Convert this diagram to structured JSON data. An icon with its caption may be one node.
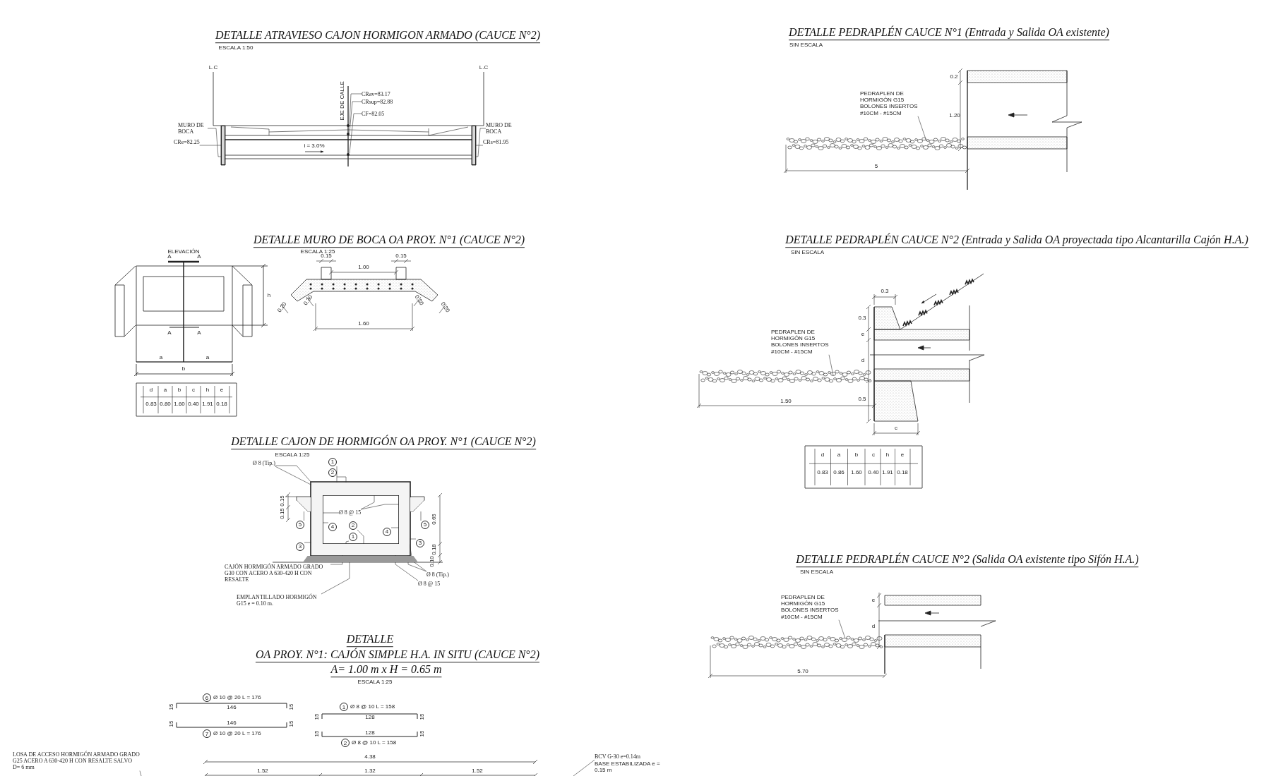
{
  "diagram": {
    "nodes": [
      {
        "text": [
          "CRav=83.17"
        ]
      },
      {
        "text": [
          "CRsup=82.88"
        ]
      },
      {
        "text": [
          "CF=82.05"
        ]
      },
      {
        "text": [
          "MURO DE BOCA"
        ]
      },
      {
        "text": [
          "CRe=82.25"
        ]
      },
      {
        "text": [
          "MURO DE BOCA"
        ]
      },
      {
        "text": [
          "CRs=81.95"
        ]
      },
      {
        "text": [
          "Ø 8 (Tip.)"
        ]
      },
      {
        "text": [
          "1"
        ]
      },
      {
        "text": [
          "2"
        ]
      },
      {
        "text": [
          "Ø 8 @ 15"
        ]
      },
      {
        "text": [
          "5"
        ]
      },
      {
        "text": [
          "4"
        ]
      },
      {
        "text": [
          "2"
        ]
      },
      {
        "text": [
          "1"
        ]
      },
      {
        "text": [
          "4"
        ]
      },
      {
        "text": [
          "5"
        ]
      },
      {
        "text": [
          "3"
        ]
      },
      {
        "text": [
          "3"
        ]
      },
      {
        "text": [
          "Ø 8 (Tip.)"
        ]
      },
      {
        "text": [
          "Ø 8 @ 15"
        ]
      },
      {
        "text": [
          "CAJÓN HORMIGÓN ARMADO GRADO G30 CON ACERO A 630-420 H CON RESALTE"
        ]
      },
      {
        "text": [
          "EMPLANTILLADO HORMIGÓN G15 e = 0.10 m."
        ]
      },
      {
        "text": [
          "LOSA DE ACCESO HORMIGÓN ARMADO GRADO G25 ACERO A 630-420 H CON RESALTE SALVO D= 6 mm"
        ]
      },
      {
        "text": [
          "BCV G-30 e=0.14m"
        ]
      },
      {
        "text": [
          "PEDRAPLEN DE HORMIGÓN G15 BOLONES INSERTOS #10CM - #15CM"
        ]
      },
      {
        "text": [
          "PEDRAPLEN DE HORMIGÓN G15 BOLONES INSERTOS #10CM - #15CM"
        ]
      },
      {
        "text": [
          "PEDRAPLEN DE HORMIGÓN G15 BOLONES INSERTOS #10CM - #15CM"
        ]
      },
      {
        "text": [],
        "shape": "circle"
      },
      {
        "text": [],
        "shape": "circle"
      },
      {
        "text": [],
        "shape": "circle"
      },
      {
        "text": [],
        "shape": "bar"
      },
      {
        "text": [],
        "shape": "bar"
      },
      {
        "text": [],
        "shape": "bar"
      },
      {
        "text": [],
        "shape": "bar"
      },
      {
        "text": [],
        "shape": "bar"
      },
      {
        "text": [],
        "shape": "bar"
      },
      {
        "text": [],
        "shape": "box"
      },
      {
        "text": [],
        "shape": "box"
      },
      {
        "text": [],
        "shape": "bar"
      }
    ],
    "edges": [
      {
        "from": 0,
        "to": 28,
        "arrow": "none"
      },
      {
        "from": 1,
        "to": 29,
        "arrow": "none"
      },
      {
        "from": 2,
        "to": 30,
        "arrow": "none"
      },
      {
        "from": 3,
        "to": 31,
        "arrow": "none"
      },
      {
        "from": 4,
        "to": 31,
        "arrow": "none"
      },
      {
        "from": 5,
        "to": 32,
        "arrow": "none"
      },
      {
        "from": 6,
        "to": 32,
        "arrow": "none"
      },
      {
        "from": 7,
        "to": 33,
        "arrow": "none"
      },
      {
        "from": 7,
        "to": 34,
        "arrow": "none"
      },
      {
        "from": 8,
        "to": 33,
        "arrow": "none"
      },
      {
        "from": 9,
        "to": 33,
        "arrow": "none"
      },
      {
        "from": 10,
        "to": 34,
        "arrow": "none"
      },
      {
        "from": 10,
        "to": 33,
        "arrow": "none"
      },
      {
        "from": 10,
        "to": 35,
        "arrow": "none"
      },
      {
        "from": 11,
        "to": 37,
        "arrow": "none"
      },
      {
        "from": 12,
        "to": 34,
        "arrow": "none"
      },
      {
        "from": 13,
        "to": 36,
        "arrow": "none"
      },
      {
        "from": 14,
        "to": 36,
        "arrow": "none"
      },
      {
        "from": 15,
        "to": 35,
        "arrow": "none"
      },
      {
        "from": 16,
        "to": 38,
        "arrow": "none"
      },
      {
        "from": 17,
        "to": 34,
        "arrow": "none"
      },
      {
        "from": 18,
        "to": 35,
        "arrow": "none"
      },
      {
        "from": 19,
        "to": 36,
        "arrow": "none"
      },
      {
        "from": 19,
        "to": 35,
        "arrow": "none"
      },
      {
        "from": 20,
        "to": 36,
        "arrow": "none"
      },
      {
        "from": 21,
        "to": 36,
        "arrow": "none"
      },
      {
        "from": 22,
        "to": 39,
        "arrow": "none"
      },
      {
        "from": 23,
        "to": null,
        "arrow": "none"
      },
      {
        "from": 24,
        "to": null,
        "arrow": "none"
      },
      {
        "from": 25,
        "to": null,
        "arrow": "none"
      },
      {
        "from": 26,
        "to": null,
        "arrow": "none"
      },
      {
        "from": 27,
        "to": null,
        "arrow": "none"
      }
    ],
    "labels": [
      "DETALLE ATRAVIESO CAJON HORMIGON ARMADO (CAUCE N°2)",
      "ESCALA 1:50",
      "L.C",
      "L.C",
      "EJE DE CALLE",
      "i = 3.0%",
      "DETALLE MURO DE BOCA OA PROY. N°1 (CAUCE N°2)",
      "ELEVACIÓN",
      "ESCALA 1:25",
      "0.15",
      "0.15",
      "1.00",
      "0.20",
      "0.30",
      "0.30",
      "0.20",
      "1.60",
      "A",
      "A",
      "A",
      "A",
      "h",
      "a",
      "a",
      "b",
      "d",
      "a",
      "b",
      "c",
      "h",
      "e",
      "0.83",
      "0.80",
      "1.60",
      "0.40",
      "1.91",
      "0.18",
      "DETALLE CAJON DE HORMIGÓN OA PROY. N°1 (CAUCE N°2)",
      "ESCALA 1:25",
      "0.15",
      "0.15",
      "0.65",
      "0.18",
      "0.10",
      "DETALLE",
      "OA PROY. N°1: CAJÓN SIMPLE H.A. IN SITU  (CAUCE N°2)",
      "A= 1.00 m x H = 0.65 m",
      "ESCALA 1:25",
      "6",
      "Ø 10 @ 20 L = 176",
      "15",
      "146",
      "15",
      "15",
      "146",
      "15",
      "7",
      "Ø 10 @ 20 L = 176",
      "1",
      "Ø 8 @ 10 L = 158",
      "15",
      "128",
      "15",
      "15",
      "128",
      "15",
      "2",
      "Ø 8 @ 10 L = 158",
      "4.38",
      "1.52",
      "1.32",
      "1.52",
      "BASE ESTABILIZADA e = 0.15 m",
      "DETALLE PEDRAPLÉN CAUCE N°1 (Entrada y Salida OA existente)",
      "SIN ESCALA",
      "0.2",
      "1.20",
      "5",
      "DETALLE PEDRAPLÉN CAUCE N°2 (Entrada y Salida OA proyectada tipo Alcantarilla Cajón H.A.)",
      "SIN ESCALA",
      "0.3",
      "0.3",
      "e",
      "d",
      "1.50",
      "0.5",
      "c",
      "d",
      "a",
      "b",
      "c",
      "h",
      "e",
      "0.83",
      "0.86",
      "1.60",
      "0.40",
      "1.91",
      "0.18",
      "DETALLE PEDRAPLÉN CAUCE N°2 (Salida OA existente tipo Sifón H.A.)",
      "SIN ESCALA",
      "e",
      "d",
      "5.70"
    ]
  }
}
